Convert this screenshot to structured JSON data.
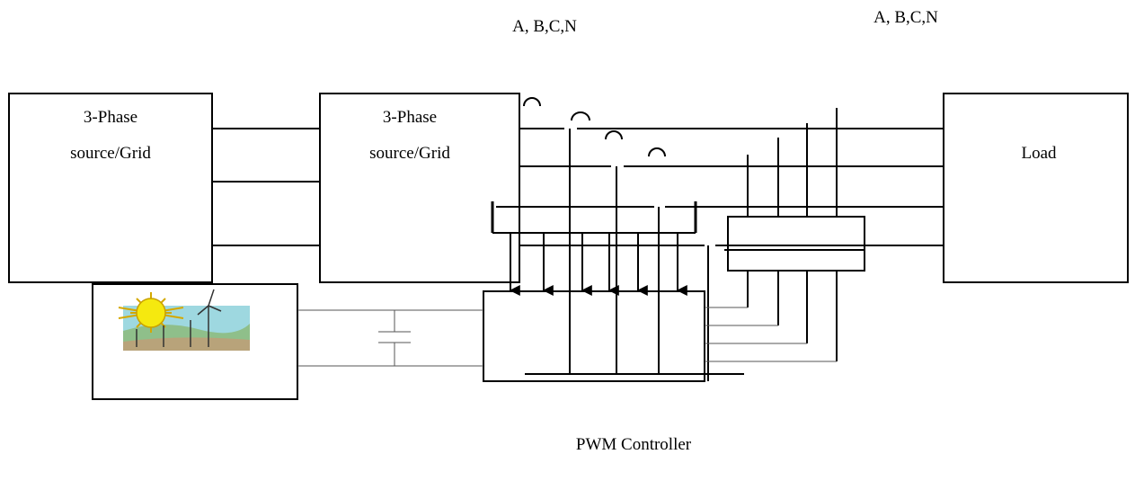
{
  "labels": {
    "bus_label_left": "A, B,C,N",
    "bus_label_right": "A, B,C,N",
    "source1_line1": "3-Phase",
    "source1_line2": "source/Grid",
    "source2_line1": "3-Phase",
    "source2_line2": "source/Grid",
    "load": "Load",
    "pwm_controller": "PWM Controller"
  }
}
